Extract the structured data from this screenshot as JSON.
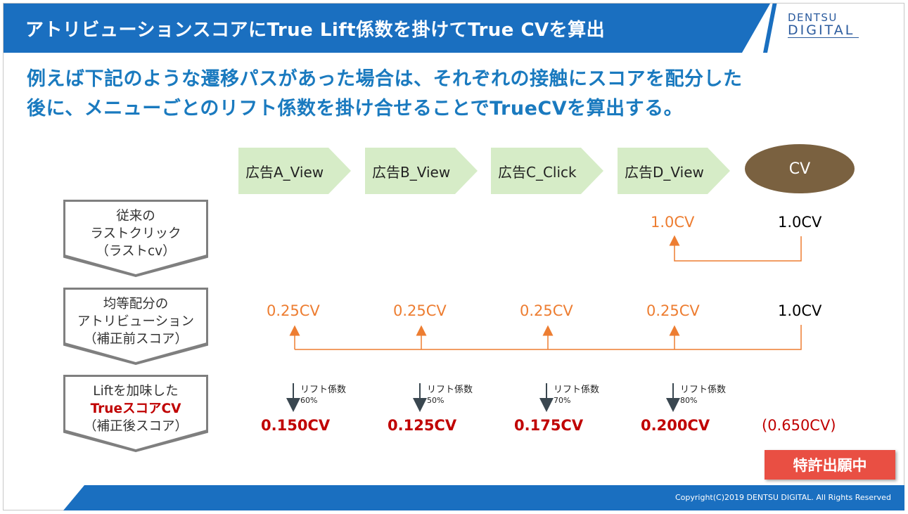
{
  "title": "アトリビューションスコアにTrue Lift係数を掛けてTrue CVを算出",
  "logo": {
    "line1": "DENTSU",
    "line2": "DIGITAL"
  },
  "heading": {
    "line1": "例えば下記のような遷移パスがあった場合は、それぞれの接触にスコアを配分した",
    "line2": "後に、メニューごとのリフト係数を掛け合せることでTrueCVを算出する。"
  },
  "touchpoints": [
    "広告A_View",
    "広告B_View",
    "広告C_Click",
    "広告D_View"
  ],
  "cv_label": "CV",
  "row_labels": {
    "last_click": [
      "従来の",
      "ラストクリック",
      "（ラストcv）"
    ],
    "equal": [
      "均等配分の",
      "アトリビューション",
      "（補正前スコア）"
    ],
    "lift": [
      "Liftを加味した",
      "TrueスコアCV",
      "（補正後スコア）"
    ]
  },
  "last_click": {
    "touch_value": "1.0CV",
    "cv_value": "1.0CV"
  },
  "equal": {
    "values": [
      "0.25CV",
      "0.25CV",
      "0.25CV",
      "0.25CV"
    ],
    "cv_value": "1.0CV"
  },
  "lift": {
    "label": "リフト係数",
    "factors": [
      "60%",
      "50%",
      "70%",
      "80%"
    ],
    "values": [
      "0.150CV",
      "0.125CV",
      "0.175CV",
      "0.200CV"
    ],
    "total": "(0.650CV)"
  },
  "patent_badge": "特許出願中",
  "footer": "Copyright(C)2019 DENTSU DIGITAL. All Rights Reserved",
  "colors": {
    "brand_blue": "#1a6fc0",
    "heading_blue": "#1a7abf",
    "orange": "#ed7d31",
    "dark_red": "#c00000",
    "touch_green": "#d6ecc7",
    "cv_brown": "#7a6140",
    "badge_red": "#e94f43"
  }
}
